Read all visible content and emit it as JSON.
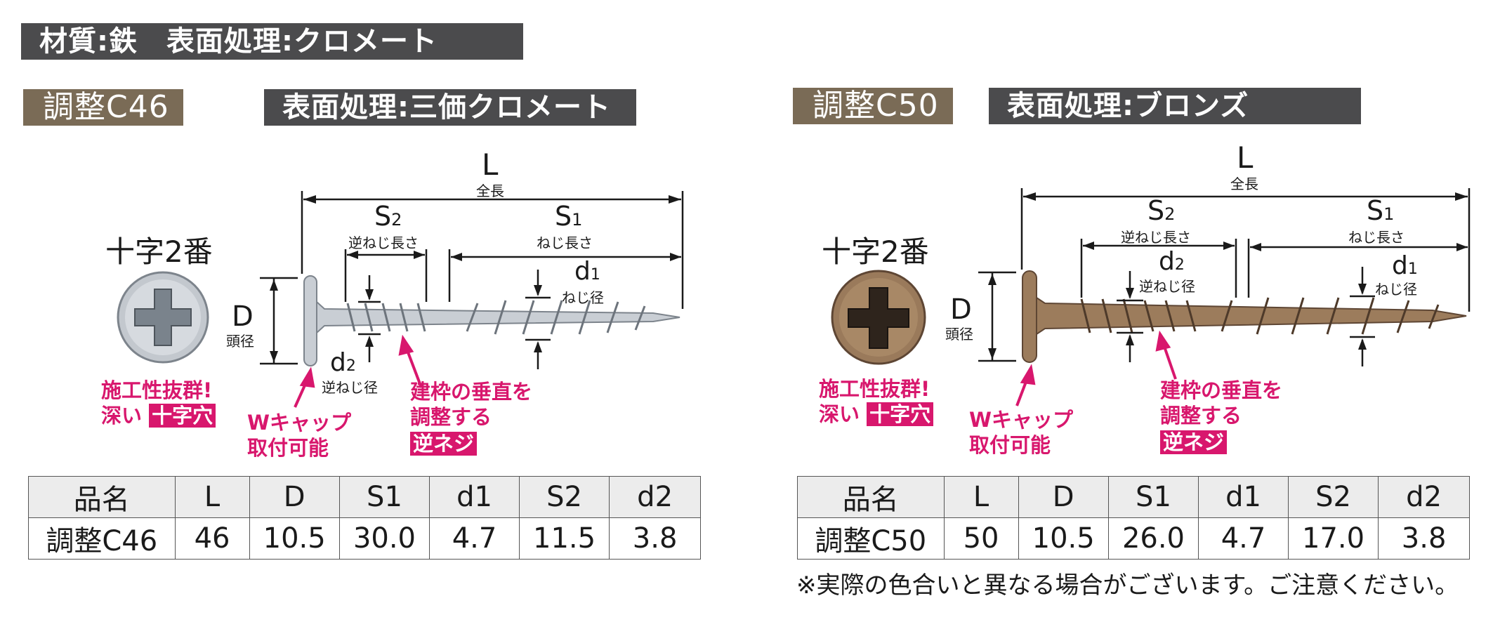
{
  "header": {
    "material": "材質:鉄　表面処理:クロメート"
  },
  "products": [
    {
      "name": "調整C46",
      "finish": "表面処理:三価クロメート",
      "drive": "十字2番",
      "dims": {
        "L": "L",
        "L_sub": "全長",
        "S2": "S",
        "S2_sub_num": "2",
        "S2_sub": "逆ねじ長さ",
        "S1": "S",
        "S1_sub_num": "1",
        "S1_sub": "ねじ長さ",
        "d1": "d",
        "d1_num": "1",
        "d1_sub": "ねじ径",
        "d2": "d",
        "d2_num": "2",
        "d2_sub": "逆ねじ径",
        "D": "D",
        "D_sub": "頭径"
      },
      "features": {
        "f1a": "施工性抜群!",
        "f1b": "深い",
        "f1c": "十字穴",
        "f2a": "Wキャップ",
        "f2b": "取付可能",
        "f3a": "建枠の垂直を",
        "f3b": "調整する",
        "f3c": "逆ネジ"
      },
      "table": {
        "headers": [
          "品名",
          "L",
          "D",
          "S1",
          "d1",
          "S2",
          "d2"
        ],
        "row": [
          "調整C46",
          "46",
          "10.5",
          "30.0",
          "4.7",
          "11.5",
          "3.8"
        ]
      },
      "colors": {
        "screw": "#c9ced4",
        "screw_dark": "#7d848c"
      }
    },
    {
      "name": "調整C50",
      "finish": "表面処理:ブロンズ",
      "drive": "十字2番",
      "dims": {
        "L": "L",
        "L_sub": "全長",
        "S2": "S",
        "S2_sub_num": "2",
        "S2_sub": "逆ねじ長さ",
        "S1": "S",
        "S1_sub_num": "1",
        "S1_sub": "ねじ長さ",
        "d1": "d",
        "d1_num": "1",
        "d1_sub": "ねじ径",
        "d2": "d",
        "d2_num": "2",
        "d2_sub": "逆ねじ径",
        "D": "D",
        "D_sub": "頭径"
      },
      "features": {
        "f1a": "施工性抜群!",
        "f1b": "深い",
        "f1c": "十字穴",
        "f2a": "Wキャップ",
        "f2b": "取付可能",
        "f3a": "建枠の垂直を",
        "f3b": "調整する",
        "f3c": "逆ネジ"
      },
      "table": {
        "headers": [
          "品名",
          "L",
          "D",
          "S1",
          "d1",
          "S2",
          "d2"
        ],
        "row": [
          "調整C50",
          "50",
          "10.5",
          "26.0",
          "4.7",
          "17.0",
          "3.8"
        ]
      },
      "colors": {
        "screw": "#9c7c5c",
        "screw_dark": "#5e4634"
      }
    }
  ],
  "note": "※実際の色合いと異なる場合がございます。ご注意ください。"
}
